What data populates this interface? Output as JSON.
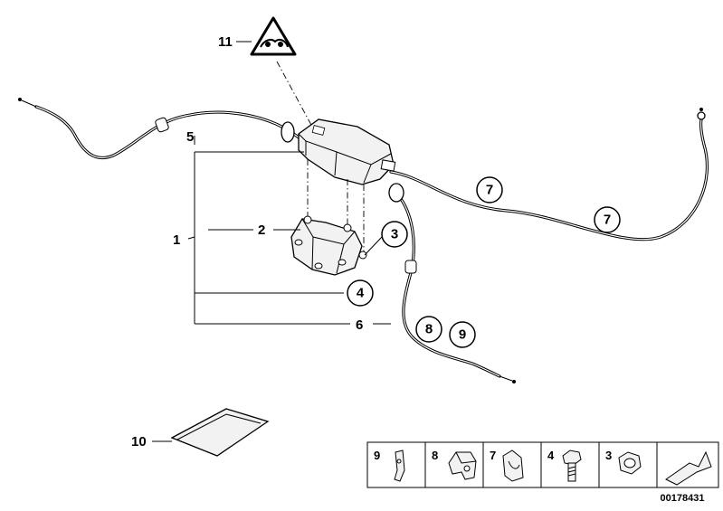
{
  "labels": {
    "p1": "1",
    "p2": "2",
    "p3": "3",
    "p4": "4",
    "p5": "5",
    "p6": "6",
    "p7a": "7",
    "p7b": "7",
    "p8": "8",
    "p9": "9",
    "p10": "10",
    "p11": "11"
  },
  "legend": {
    "cells": [
      {
        "number": "9",
        "icon": "clip-9-icon"
      },
      {
        "number": "8",
        "icon": "clip-8-icon"
      },
      {
        "number": "7",
        "icon": "clip-7-icon"
      },
      {
        "number": "4",
        "icon": "bolt-icon"
      },
      {
        "number": "3",
        "icon": "hex-nut-icon"
      },
      {
        "number": "",
        "icon": "arrow-icon"
      }
    ]
  },
  "doc_id": "00178431",
  "colors": {
    "line": "#000000",
    "background": "#ffffff",
    "part_fill": "#f2f2f2"
  }
}
